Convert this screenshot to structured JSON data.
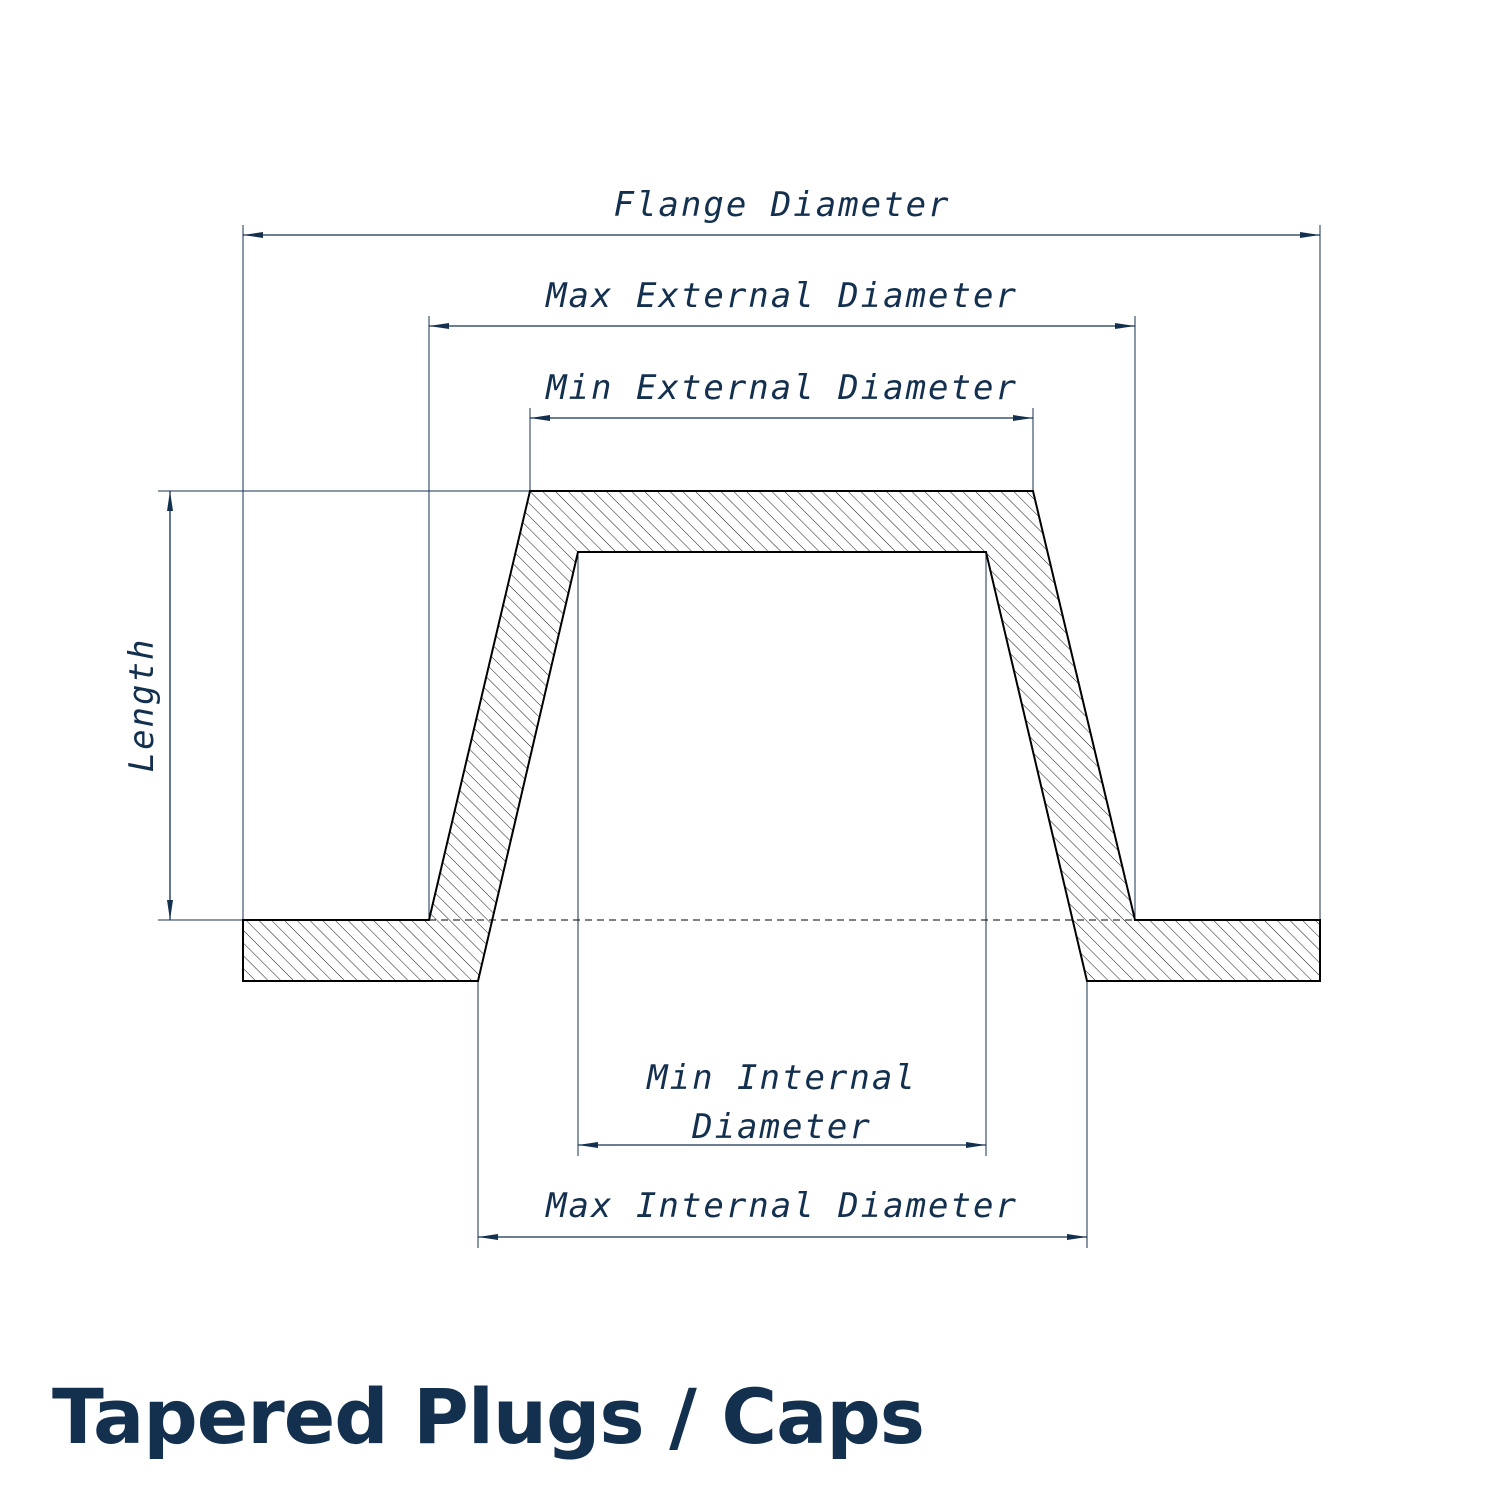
{
  "title": "Tapered Plugs / Caps",
  "colors": {
    "dimension": "#14304f",
    "outline": "#000000",
    "title": "#14304f"
  },
  "dimensions": {
    "flange_diameter": "Flange Diameter",
    "max_external_diameter": "Max External Diameter",
    "min_external_diameter": "Min External Diameter",
    "min_internal_diameter_line1": "Min Internal",
    "min_internal_diameter_line2": "Diameter",
    "max_internal_diameter": "Max Internal Diameter",
    "length": "Length"
  }
}
